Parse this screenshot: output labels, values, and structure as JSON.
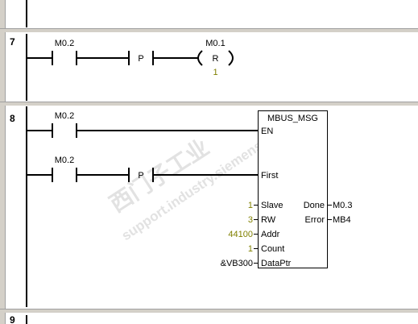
{
  "colors": {
    "background": "#ffffff",
    "wire": "#000000",
    "constant": "#808000",
    "gutter": "#d4d0c8",
    "separator": "#d4d0c8",
    "watermark": "#e2e2e2"
  },
  "watermark": {
    "cn": "西门子工业",
    "url": "support.industry.siemens.com"
  },
  "network_7": {
    "number": "7",
    "no_contact": {
      "operand": "M0.2"
    },
    "p_contact": {
      "symbol": "P"
    },
    "reset_coil": {
      "operand": "M0.1",
      "symbol": "R",
      "count": "1"
    }
  },
  "network_8": {
    "number": "8",
    "rung_1": {
      "no_contact": {
        "operand": "M0.2"
      }
    },
    "rung_2": {
      "no_contact": {
        "operand": "M0.2"
      },
      "p_contact": {
        "symbol": "P"
      }
    },
    "box": {
      "title": "MBUS_MSG",
      "inputs": [
        {
          "pin": "EN"
        },
        {
          "pin": "First"
        },
        {
          "pin": "Slave",
          "value": "1"
        },
        {
          "pin": "RW",
          "value": "3"
        },
        {
          "pin": "Addr",
          "value": "44100"
        },
        {
          "pin": "Count",
          "value": "1"
        },
        {
          "pin": "DataPtr",
          "value": "&VB300"
        }
      ],
      "outputs": [
        {
          "pin": "Done",
          "value": "M0.3"
        },
        {
          "pin": "Error",
          "value": "MB4"
        }
      ]
    }
  },
  "network_9": {
    "number": "9"
  }
}
